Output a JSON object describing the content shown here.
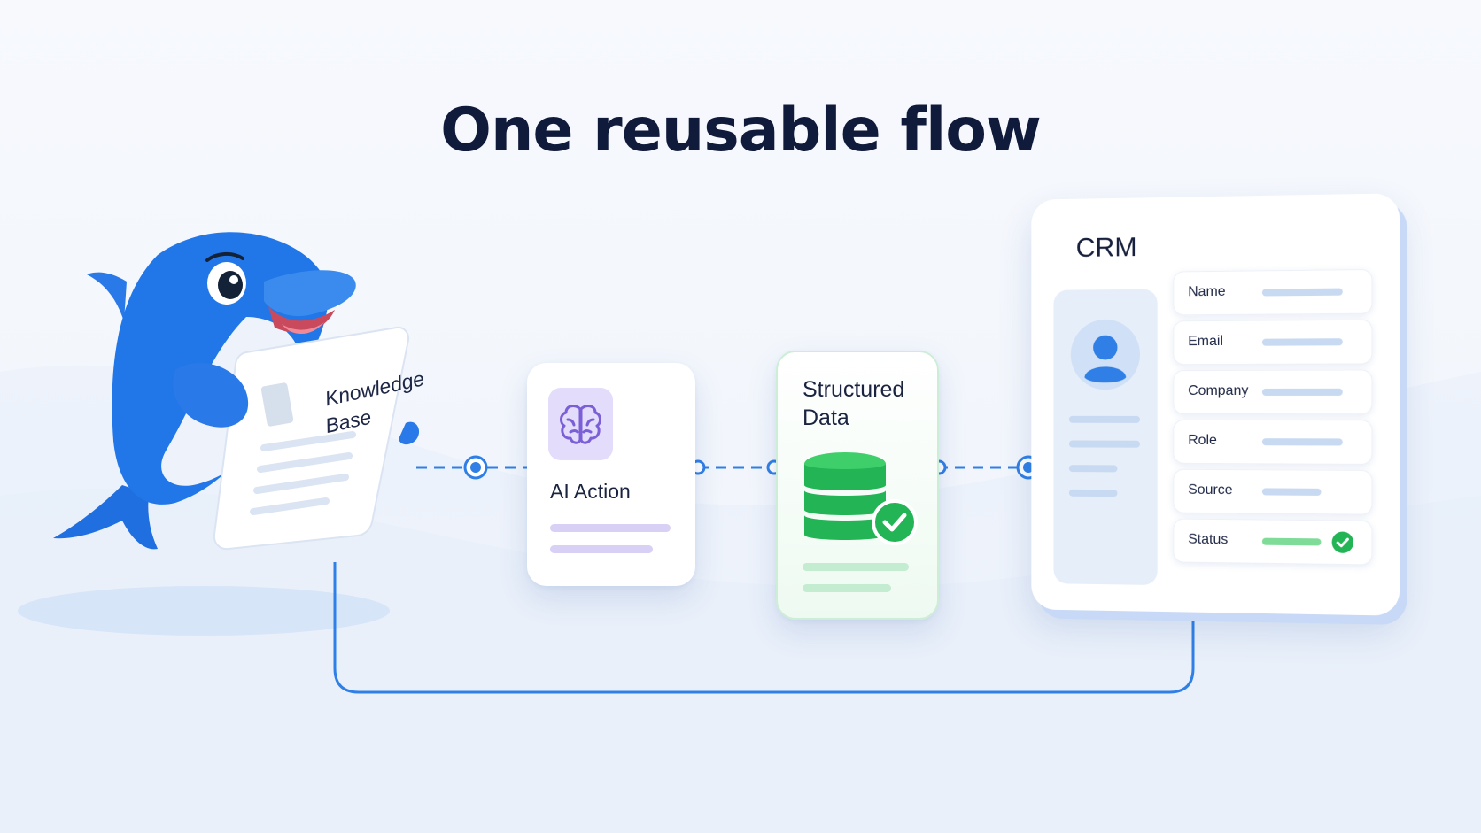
{
  "title": "One reusable flow",
  "nodes": {
    "knowledge_base": {
      "label_line1": "Knowledge",
      "label_line2": "Base"
    },
    "ai_action": {
      "label": "AI Action",
      "icon": "brain-icon"
    },
    "structured_data": {
      "label_line1": "Structured",
      "label_line2": "Data",
      "icon": "database-check-icon"
    },
    "crm": {
      "title": "CRM",
      "fields": [
        {
          "label": "Name"
        },
        {
          "label": "Email"
        },
        {
          "label": "Company"
        },
        {
          "label": "Role"
        },
        {
          "label": "Source"
        },
        {
          "label": "Status"
        }
      ]
    }
  },
  "colors": {
    "title": "#101a3a",
    "flow_blue": "#2f7fe6",
    "ai_purple": "#7a5fd6",
    "data_green": "#22b455",
    "mascot_blue": "#1f6fe0"
  }
}
